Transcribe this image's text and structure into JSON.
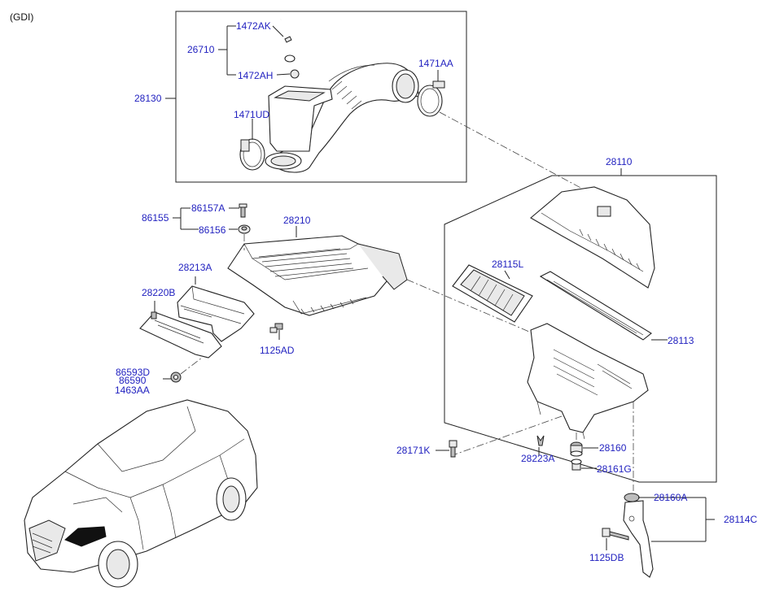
{
  "variant": "(GDI)",
  "labels": {
    "l1472AK": "1472AK",
    "l26710": "26710",
    "l1472AH": "1472AH",
    "l1471AA": "1471AA",
    "l28130": "28130",
    "l1471UD": "1471UD",
    "l28110": "28110",
    "l86157A": "86157A",
    "l86155": "86155",
    "l86156": "86156",
    "l28210": "28210",
    "l28213A": "28213A",
    "l28220B": "28220B",
    "l1125AD": "1125AD",
    "l86593D": "86593D",
    "l86590": "86590",
    "l1463AA": "1463AA",
    "l28115L": "28115L",
    "l28113": "28113",
    "l28171K": "28171K",
    "l28223A": "28223A",
    "l28160": "28160",
    "l28161G": "28161G",
    "l28160A": "28160A",
    "l28114C": "28114C",
    "l1125DB": "1125DB"
  },
  "colors": {
    "label": "#1f1fbf",
    "line": "#222222"
  }
}
